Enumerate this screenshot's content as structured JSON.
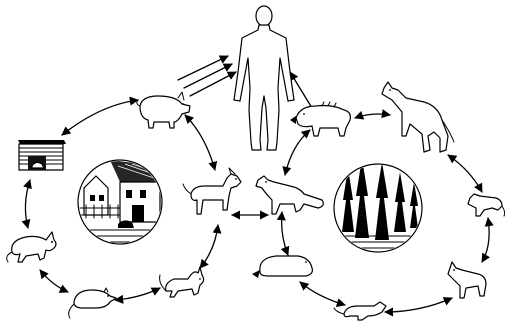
{
  "figure": {
    "type": "transmission-cycle-illustration",
    "cycles": [
      {
        "name": "domestic-cycle",
        "members": [
          "pig",
          "kennel",
          "raccoon",
          "rat",
          "cat",
          "dog"
        ],
        "center_scene": "farmyard"
      },
      {
        "name": "sylvatic-cycle",
        "members": [
          "wild-boar",
          "wolf",
          "weasel",
          "lynx",
          "marten",
          "beaver",
          "fox"
        ],
        "center_scene": "forest"
      }
    ],
    "links": [
      {
        "from": "pig",
        "to": "human",
        "kind": "infection-arrows"
      },
      {
        "from": "wild-boar",
        "to": "human",
        "kind": "infection-arrow"
      },
      {
        "from": "dog",
        "to": "fox",
        "kind": "two-way"
      }
    ],
    "colors": {
      "ink": "#000000",
      "paper": "#ffffff"
    }
  }
}
